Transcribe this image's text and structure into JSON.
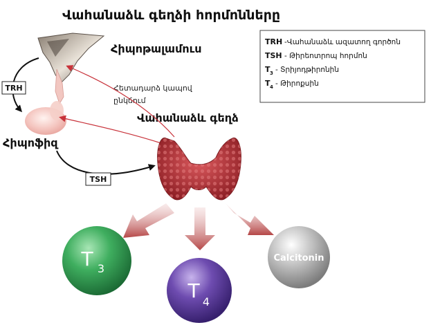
{
  "title": "Վահանաձև գեղձի հորմոնները",
  "labels": {
    "hypothalamus": "Հիպոթալամուս",
    "pituitary": "Հիպոֆիզ",
    "thyroid": "Վահանաձև գեղձ",
    "feedback_line1": "Հետադարձ կապով",
    "feedback_line2": "ընկճում"
  },
  "arrow_tags": {
    "trh": "TRH",
    "tsh": "TSH"
  },
  "legend": [
    {
      "abbr": "TRH",
      "sub": "",
      "desc": "-Վահանաձև ազատող գործոն"
    },
    {
      "abbr": "TSH",
      "sub": "",
      "desc": "- Թիրեոտրոպ հորմոն"
    },
    {
      "abbr": "T",
      "sub": "3",
      "desc": "- Տրիյոդթիրոնին"
    },
    {
      "abbr": "T",
      "sub": "4",
      "desc": "- Թիրոքսին"
    }
  ],
  "hormones": {
    "t3": {
      "main": "T",
      "sub": "3"
    },
    "t4": {
      "main": "T",
      "sub": "4"
    },
    "calcitonin": {
      "label": "Calcitonin"
    }
  },
  "colors": {
    "t3": "#2e9a4e",
    "t4": "#5e3d99",
    "calcitonin": "#a9a9a9",
    "thyroid": "#b83236",
    "feedback_arrow": "#c8323a",
    "output_arrow": "#b94a4a"
  }
}
